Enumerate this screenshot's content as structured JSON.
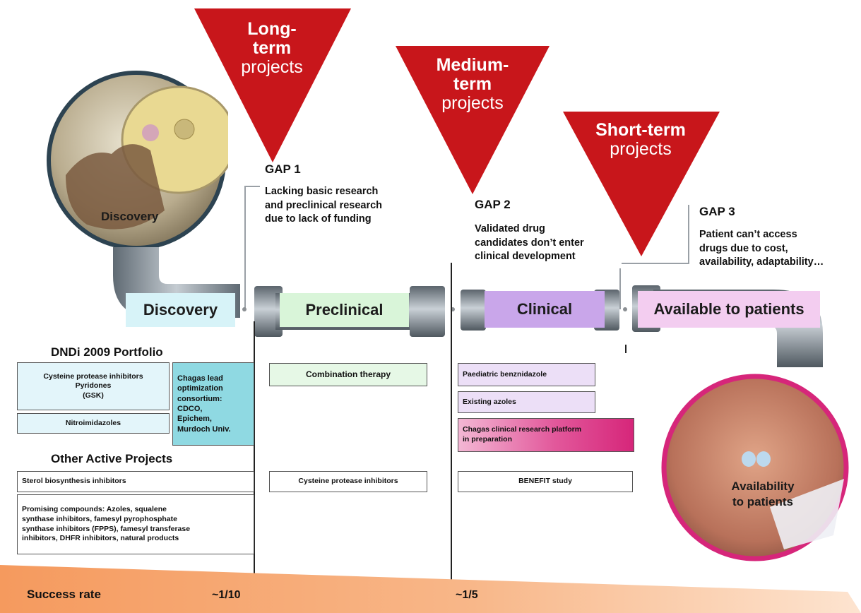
{
  "triangles": {
    "long": {
      "line1": "Long-",
      "line2": "term",
      "line3": "projects"
    },
    "medium": {
      "line1": "Medium-",
      "line2": "term",
      "line3": "projects"
    },
    "short": {
      "line1": "Short-term",
      "line2": "projects"
    }
  },
  "gaps": {
    "gap1": {
      "title": "GAP 1",
      "desc": [
        "Lacking basic research",
        "and preclinical research",
        "due to lack of funding"
      ]
    },
    "gap2": {
      "title": "GAP 2",
      "desc": [
        "Validated drug",
        "candidates don’t enter",
        "clinical development"
      ]
    },
    "gap3": {
      "title": "GAP 3",
      "desc": [
        "Patient can’t access",
        "drugs due to cost,",
        "availability, adaptability…"
      ]
    }
  },
  "photos": {
    "discovery_label": "Discovery",
    "patients_label_1": "Availability",
    "patients_label_2": "to patients"
  },
  "stages": {
    "discovery": "Discovery",
    "preclinical": "Preclinical",
    "clinical": "Clinical",
    "available": "Available to patients"
  },
  "portfolio": {
    "title": "DNDi 2009 Portfolio",
    "cysteine_gsk": [
      "Cysteine protease inhibitors",
      "Pyridones",
      "(GSK)"
    ],
    "nitroimidazoles": "Nitroimidazoles",
    "chagas_consortium": [
      "Chagas lead",
      "optimization",
      "consortium:",
      "CDCO,",
      "Epichem,",
      "Murdoch Univ."
    ],
    "combination": "Combination therapy",
    "paediatric": "Paediatric benznidazole",
    "azoles": "Existing azoles",
    "platform": [
      "Chagas clinical research platform",
      "in preparation"
    ]
  },
  "other": {
    "title": "Other Active Projects",
    "sterol": "Sterol biosynthesis inhibitors",
    "cysteine": "Cysteine protease inhibitors",
    "benefit": "BENEFIT study",
    "promising": [
      "Promising compounds: Azoles, squalene",
      "synthase inhibitors, famesyl pyrophosphate",
      "synthase inhibitors (FPPS), famesyl transferase",
      "inhibitors, DHFR inhibitors, natural products"
    ]
  },
  "success": {
    "label": "Success rate",
    "rate1": "~1/10",
    "rate2": "~1/5"
  },
  "colors": {
    "triangle": "#c8161b",
    "discovery_box": "#d7f3f8",
    "preclinical_box": "#d9f5d9",
    "clinical_box": "#c9a6ea",
    "available_box": "#f3cdf0",
    "pipe": "#8a949e",
    "success_bar": "#f59a5e",
    "platform_box": "#d6267a"
  }
}
